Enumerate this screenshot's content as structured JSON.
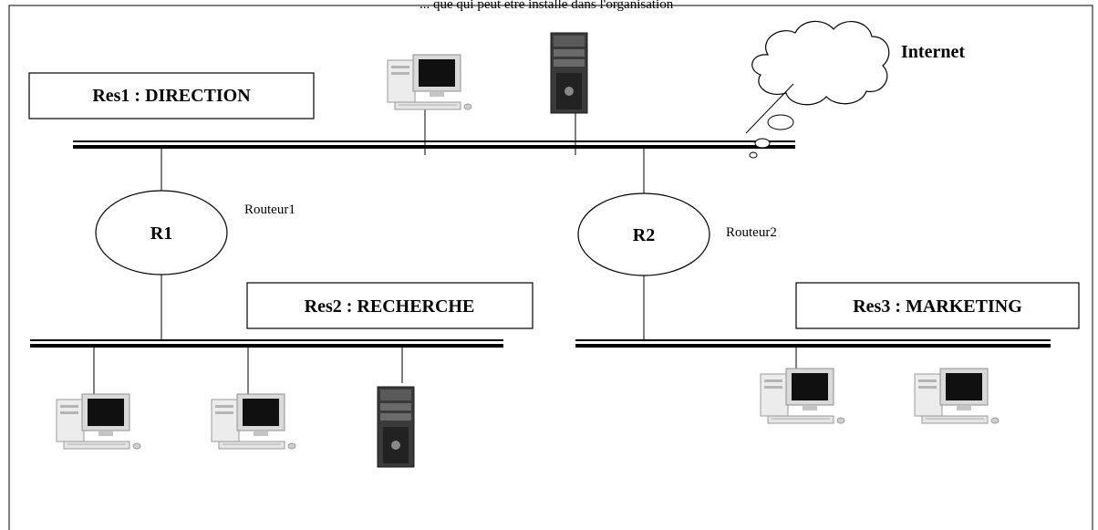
{
  "caption": "... que qui peut etre installe dans l'organisation",
  "internet": {
    "label": "Internet"
  },
  "networks": {
    "res1": {
      "label": "Res1 : DIRECTION"
    },
    "res2": {
      "label": "Res2 : RECHERCHE"
    },
    "res3": {
      "label": "Res3 : MARKETING"
    }
  },
  "routers": {
    "r1": {
      "label": "R1",
      "name": "Routeur1"
    },
    "r2": {
      "label": "R2",
      "name": "Routeur2"
    }
  },
  "devices": {
    "res1": [
      "desktop-computer-icon",
      "server-tower-icon"
    ],
    "res2": [
      "desktop-computer-icon",
      "desktop-computer-icon",
      "server-tower-icon"
    ],
    "res3": [
      "desktop-computer-icon",
      "desktop-computer-icon"
    ]
  }
}
